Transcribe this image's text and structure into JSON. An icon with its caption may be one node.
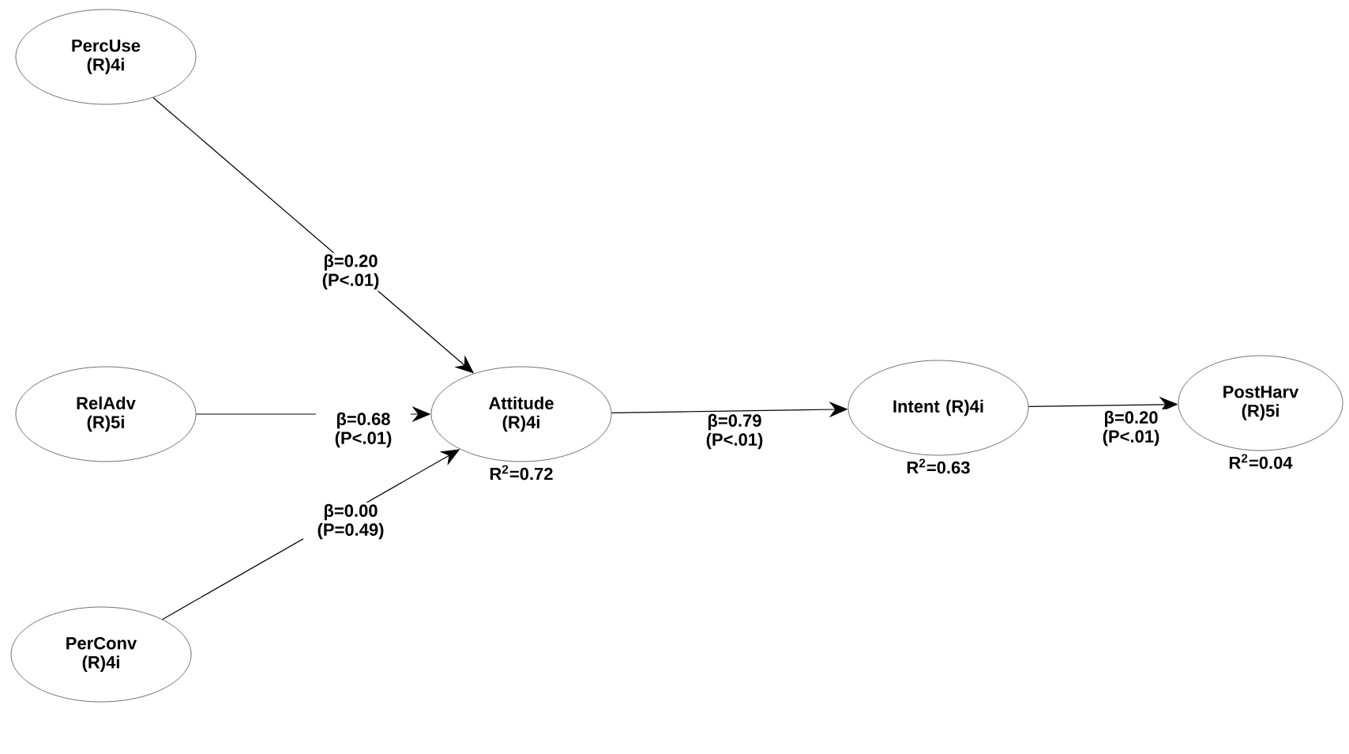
{
  "diagram": {
    "nodes": [
      {
        "text": [
          "PercUse (R)4i"
        ]
      },
      {
        "text": [
          "RelAdv (R)5i"
        ]
      },
      {
        "text": [
          "Attitude (R)4i"
        ],
        "beside": [
          "R$^{2}$=0.72"
        ]
      },
      {
        "text": [
          "PerConv (R)4i"
        ]
      },
      {
        "text": [
          "Intent (R)4i"
        ],
        "beside": [
          "R$^{2}$=0.63"
        ]
      },
      {
        "text": [
          "PostHarv (R)5i"
        ],
        "beside": [
          "R$^{2}$=0.04"
        ]
      }
    ],
    "edges": [
      {
        "from": 0,
        "to": 2,
        "arrow": "to",
        "label": "β=0.20 (P<.01)"
      },
      {
        "from": 1,
        "to": 2,
        "arrow": "to",
        "label": "β=0.68 (P<.01)"
      },
      {
        "from": 3,
        "to": 2,
        "arrow": "to",
        "label": "β=0.00 (P=0.49)"
      },
      {
        "from": 2,
        "to": 4,
        "arrow": "to",
        "label": "β=0.79 (P<.01)"
      },
      {
        "from": 4,
        "to": 5,
        "arrow": "to",
        "label": "β=0.20 (P<.01)"
      }
    ]
  }
}
